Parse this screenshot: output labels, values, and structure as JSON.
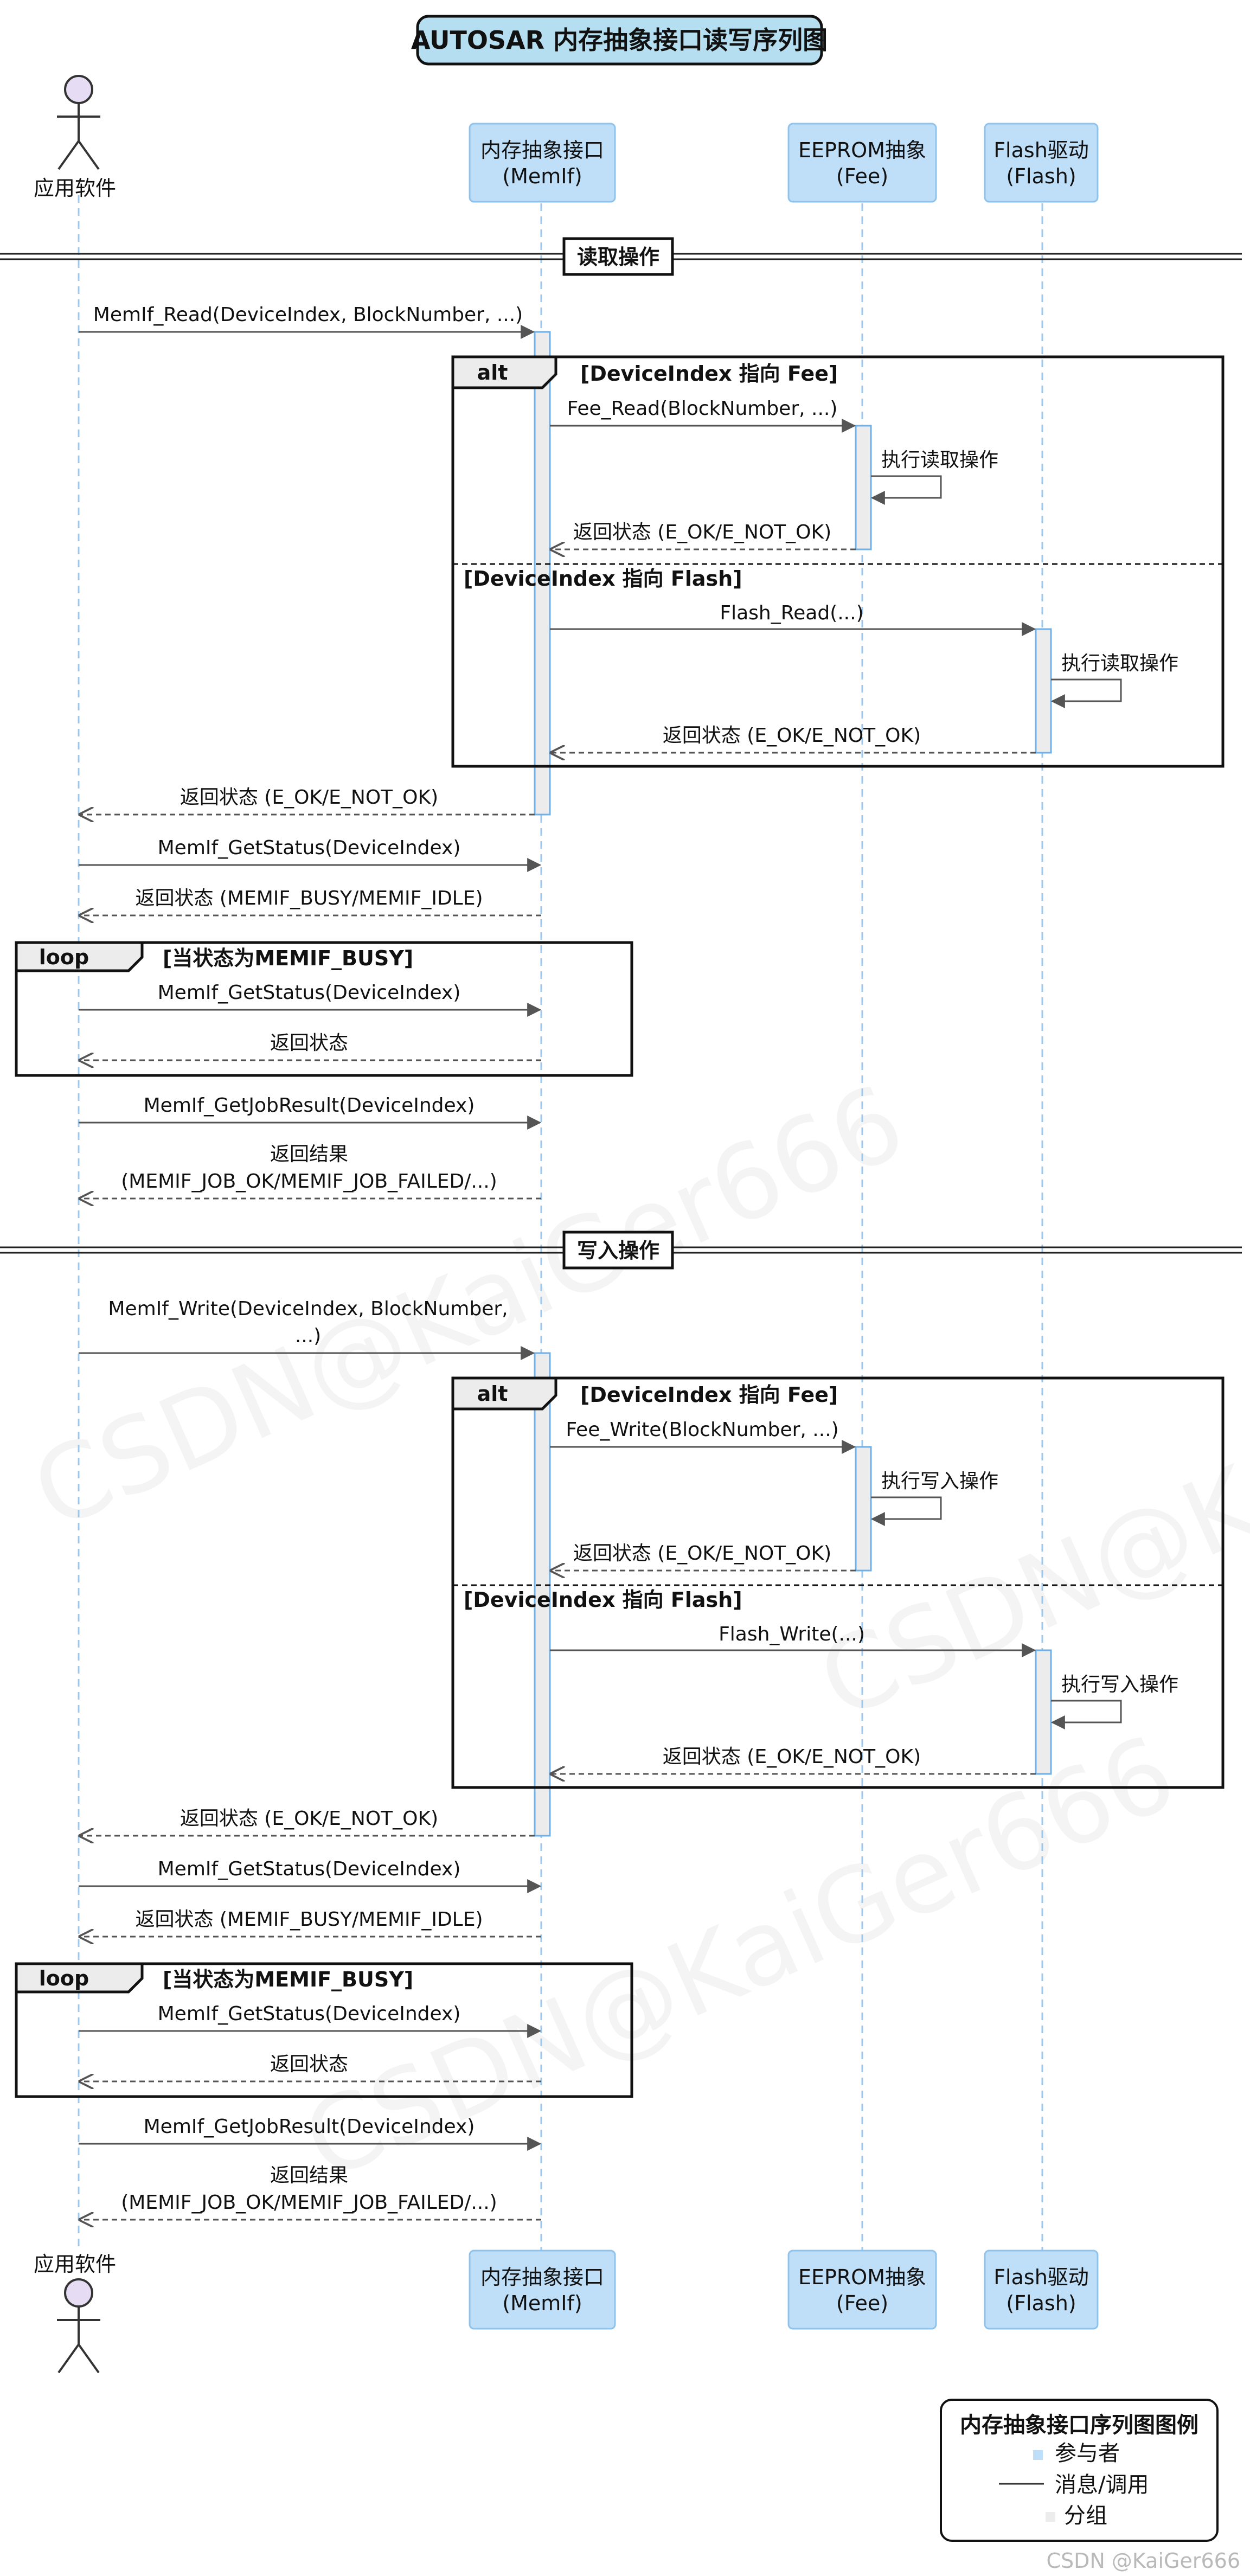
{
  "title": "AUTOSAR 内存抽象接口读写序列图",
  "participants": {
    "app": "应用软件",
    "memif_l1": "内存抽象接口",
    "memif_l2": "(MemIf)",
    "fee_l1": "EEPROM抽象",
    "fee_l2": "(Fee)",
    "flash_l1": "Flash驱动",
    "flash_l2": "(Flash)"
  },
  "sections": {
    "read": "读取操作",
    "write": "写入操作"
  },
  "frames": {
    "alt_kw": "alt",
    "loop_kw": "loop",
    "cond_fee": "[DeviceIndex 指向 Fee]",
    "cond_flash": "[DeviceIndex 指向 Flash]",
    "cond_busy": "[当状态为MEMIF_BUSY]"
  },
  "messages": {
    "memif_read": "MemIf_Read(DeviceIndex, BlockNumber, ...)",
    "fee_read": "Fee_Read(BlockNumber, ...)",
    "exec_read": "执行读取操作",
    "ret_status": "返回状态 (E_OK/E_NOT_OK)",
    "flash_read": "Flash_Read(...)",
    "get_status": "MemIf_GetStatus(DeviceIndex)",
    "ret_busy_idle": "返回状态 (MEMIF_BUSY/MEMIF_IDLE)",
    "ret_state": "返回状态",
    "get_job_result": "MemIf_GetJobResult(DeviceIndex)",
    "ret_result_l1": "返回结果",
    "ret_result_l2": "(MEMIF_JOB_OK/MEMIF_JOB_FAILED/...)",
    "memif_write_l1": "MemIf_Write(DeviceIndex, BlockNumber,",
    "memif_write_l2": "...)",
    "fee_write": "Fee_Write(BlockNumber, ...)",
    "exec_write": "执行写入操作",
    "flash_write": "Flash_Write(...)"
  },
  "legend": {
    "title": "内存抽象接口序列图图例",
    "participant": "参与者",
    "message": "消息/调用",
    "group": "分组"
  },
  "watermark": "CSDN@KaiGer666",
  "footer": "CSDN @KaiGer666",
  "colors": {
    "participant_fill": "#bfdef8",
    "participant_stroke": "#8fc3ec",
    "title_fill": "#b5dff0",
    "lifeline": "#9cc8ee",
    "activation_fill": "#ececec",
    "activation_stroke": "#6fb0e6",
    "arrow": "#555555",
    "frame_stroke": "#111111"
  }
}
